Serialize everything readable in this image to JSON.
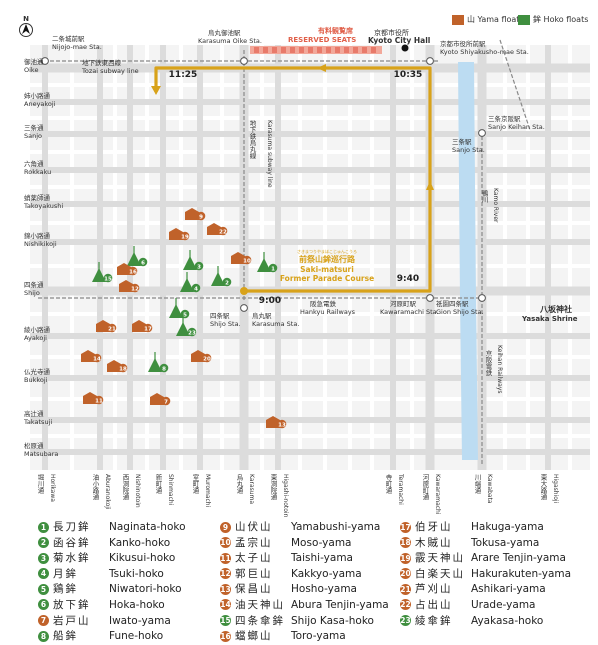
{
  "north_label": "N",
  "colors": {
    "street": "#e8e8e8",
    "major_street": "#d8d8d8",
    "route": "#d8a21a",
    "river": "#bcdcf2",
    "seats": "#f2a89a",
    "yama": "#c0622a",
    "hoko": "#3f8f3f"
  },
  "legend_key": {
    "yama_jp": "山",
    "yama_en": "Yama floats",
    "hoko_jp": "鉾",
    "hoko_en": "Hoko floats"
  },
  "reserved_seats": {
    "jp": "有料観覧席",
    "en": "RESERVED SEATS"
  },
  "city_hall": {
    "jp": "京都市役所",
    "en": "Kyoto City Hall"
  },
  "route": {
    "jp": "前祭山鉾巡行路",
    "ruby": "さきまつりやまほこじゅんこうろ",
    "en_line1": "Saki-matsuri",
    "en_line2": "Former Parade Course",
    "times": [
      "9:00",
      "9:40",
      "10:35",
      "11:25"
    ]
  },
  "stations": {
    "nijojo_jp": "二条城前駅",
    "nijojo_en": "Nijojo-mae Sta.",
    "karasuma_oike_jp": "烏丸御池駅",
    "karasuma_oike_en": "Karasuma Oike Sta.",
    "shiyakusho_jp": "京都市役所前駅",
    "shiyakusho_en": "Kyoto Shiyakusho-mae Sta.",
    "sanjo_keihan_jp": "三条京阪駅",
    "sanjo_keihan_en": "Sanjo Keihan Sta.",
    "sanjo_jp": "三条駅",
    "sanjo_en": "Sanjo Sta.",
    "shijo_jp": "四条駅",
    "shijo_en": "Shijo Sta.",
    "karasuma_jp": "烏丸駅",
    "karasuma_en": "Karasuma Sta.",
    "kawaramachi_jp": "河原町駅",
    "kawaramachi_en": "Kawaramachi Sta.",
    "gion_shijo_jp": "祇園四条駅",
    "gion_shijo_en": "Gion Shijo Sta."
  },
  "lines": {
    "tozai_jp": "地下鉄東西線",
    "tozai_en": "Tozai subway line",
    "karasuma_jp": "地下鉄烏丸線",
    "karasuma_en": "Karasuma subway line",
    "hankyu_jp": "阪急電鉄",
    "hankyu_en": "Hankyu Railways",
    "keihan_jp": "京阪電鉄",
    "keihan_en": "Keihan Railways"
  },
  "river": {
    "jp": "鴨川",
    "en": "Kamo River"
  },
  "shrine": {
    "jp": "八坂神社",
    "en": "Yasaka Shrine"
  },
  "streets_ew": [
    {
      "jp": "御池通",
      "en": "Oike"
    },
    {
      "jp": "姉小路通",
      "en": "Aneyakoji"
    },
    {
      "jp": "三条通",
      "en": "Sanjo"
    },
    {
      "jp": "六角通",
      "en": "Rokkaku"
    },
    {
      "jp": "蛸薬師通",
      "en": "Takoyakushi"
    },
    {
      "jp": "錦小路通",
      "en": "Nishikikoji"
    },
    {
      "jp": "四条通",
      "en": "Shijo"
    },
    {
      "jp": "綾小路通",
      "en": "Ayakoji"
    },
    {
      "jp": "仏光寺通",
      "en": "Bukkoji"
    },
    {
      "jp": "高辻通",
      "en": "Takatsuji"
    },
    {
      "jp": "松原通",
      "en": "Matsubara"
    }
  ],
  "streets_ns": [
    {
      "jp": "堀川通",
      "en": "Horikawa"
    },
    {
      "jp": "油小路通",
      "en": "Aburanokoji"
    },
    {
      "jp": "西洞院通",
      "en": "Nishinotoin"
    },
    {
      "jp": "新町通",
      "en": "Shinmachi"
    },
    {
      "jp": "室町通",
      "en": "Muromachi"
    },
    {
      "jp": "烏丸通",
      "en": "Karasuma"
    },
    {
      "jp": "東洞院通",
      "en": "Higashi-notoin"
    },
    {
      "jp": "寺町通",
      "en": "Teramachi"
    },
    {
      "jp": "河原町通",
      "en": "Kawaramachi"
    },
    {
      "jp": "川端通",
      "en": "Kawabata"
    },
    {
      "jp": "東大路通",
      "en": "Higashioji"
    }
  ],
  "floats": [
    {
      "num": "1",
      "type": "hoko",
      "jp": "長刀鉾",
      "en": "Naginata-hoko"
    },
    {
      "num": "2",
      "type": "hoko",
      "jp": "函谷鉾",
      "en": "Kanko-hoko"
    },
    {
      "num": "3",
      "type": "hoko",
      "jp": "菊水鉾",
      "en": "Kikusui-hoko"
    },
    {
      "num": "4",
      "type": "hoko",
      "jp": "月鉾",
      "en": "Tsuki-hoko"
    },
    {
      "num": "5",
      "type": "hoko",
      "jp": "鶏鉾",
      "en": "Niwatori-hoko"
    },
    {
      "num": "6",
      "type": "hoko",
      "jp": "放下鉾",
      "en": "Hoka-hoko"
    },
    {
      "num": "7",
      "type": "yama",
      "jp": "岩戸山",
      "en": "Iwato-yama"
    },
    {
      "num": "8",
      "type": "hoko",
      "jp": "船鉾",
      "en": "Fune-hoko"
    },
    {
      "num": "9",
      "type": "yama",
      "jp": "山伏山",
      "en": "Yamabushi-yama"
    },
    {
      "num": "10",
      "type": "yama",
      "jp": "孟宗山",
      "en": "Moso-yama"
    },
    {
      "num": "11",
      "type": "yama",
      "jp": "太子山",
      "en": "Taishi-yama"
    },
    {
      "num": "12",
      "type": "yama",
      "jp": "郭巨山",
      "en": "Kakkyo-yama"
    },
    {
      "num": "13",
      "type": "yama",
      "jp": "保昌山",
      "en": "Hosho-yama"
    },
    {
      "num": "14",
      "type": "yama",
      "jp": "油天神山",
      "en": "Abura Tenjin-yama"
    },
    {
      "num": "15",
      "type": "hoko",
      "jp": "四条傘鉾",
      "en": "Shijo Kasa-hoko"
    },
    {
      "num": "16",
      "type": "yama",
      "jp": "蟷螂山",
      "en": "Toro-yama"
    },
    {
      "num": "17",
      "type": "yama",
      "jp": "伯牙山",
      "en": "Hakuga-yama"
    },
    {
      "num": "18",
      "type": "yama",
      "jp": "木賊山",
      "en": "Tokusa-yama"
    },
    {
      "num": "19",
      "type": "yama",
      "jp": "霰天神山",
      "en": "Arare Tenjin-yama"
    },
    {
      "num": "20",
      "type": "yama",
      "jp": "白楽天山",
      "en": "Hakurakuten-yama"
    },
    {
      "num": "21",
      "type": "yama",
      "jp": "芦刈山",
      "en": "Ashikari-yama"
    },
    {
      "num": "22",
      "type": "yama",
      "jp": "占出山",
      "en": "Urade-yama"
    },
    {
      "num": "23",
      "type": "hoko",
      "jp": "綾傘鉾",
      "en": "Ayakasa-hoko"
    }
  ]
}
